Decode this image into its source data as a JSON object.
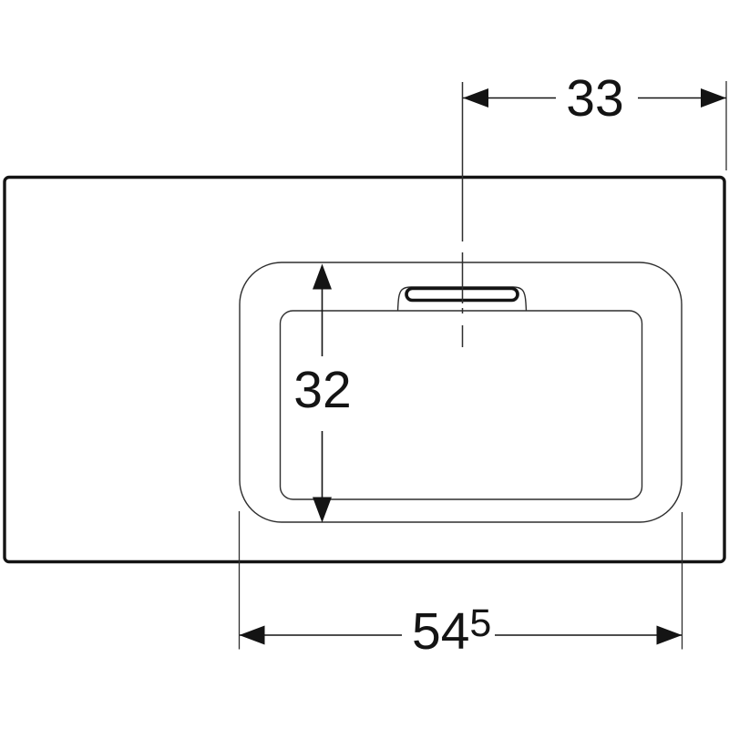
{
  "drawing": {
    "dimensions": {
      "top_offset": {
        "value": "33"
      },
      "basin_depth": {
        "value": "32"
      },
      "basin_width": {
        "value": "54",
        "superscript": "5"
      }
    }
  },
  "colors": {
    "line": "#2e2e2e",
    "line_strong": "#141414",
    "background": "#ffffff"
  }
}
